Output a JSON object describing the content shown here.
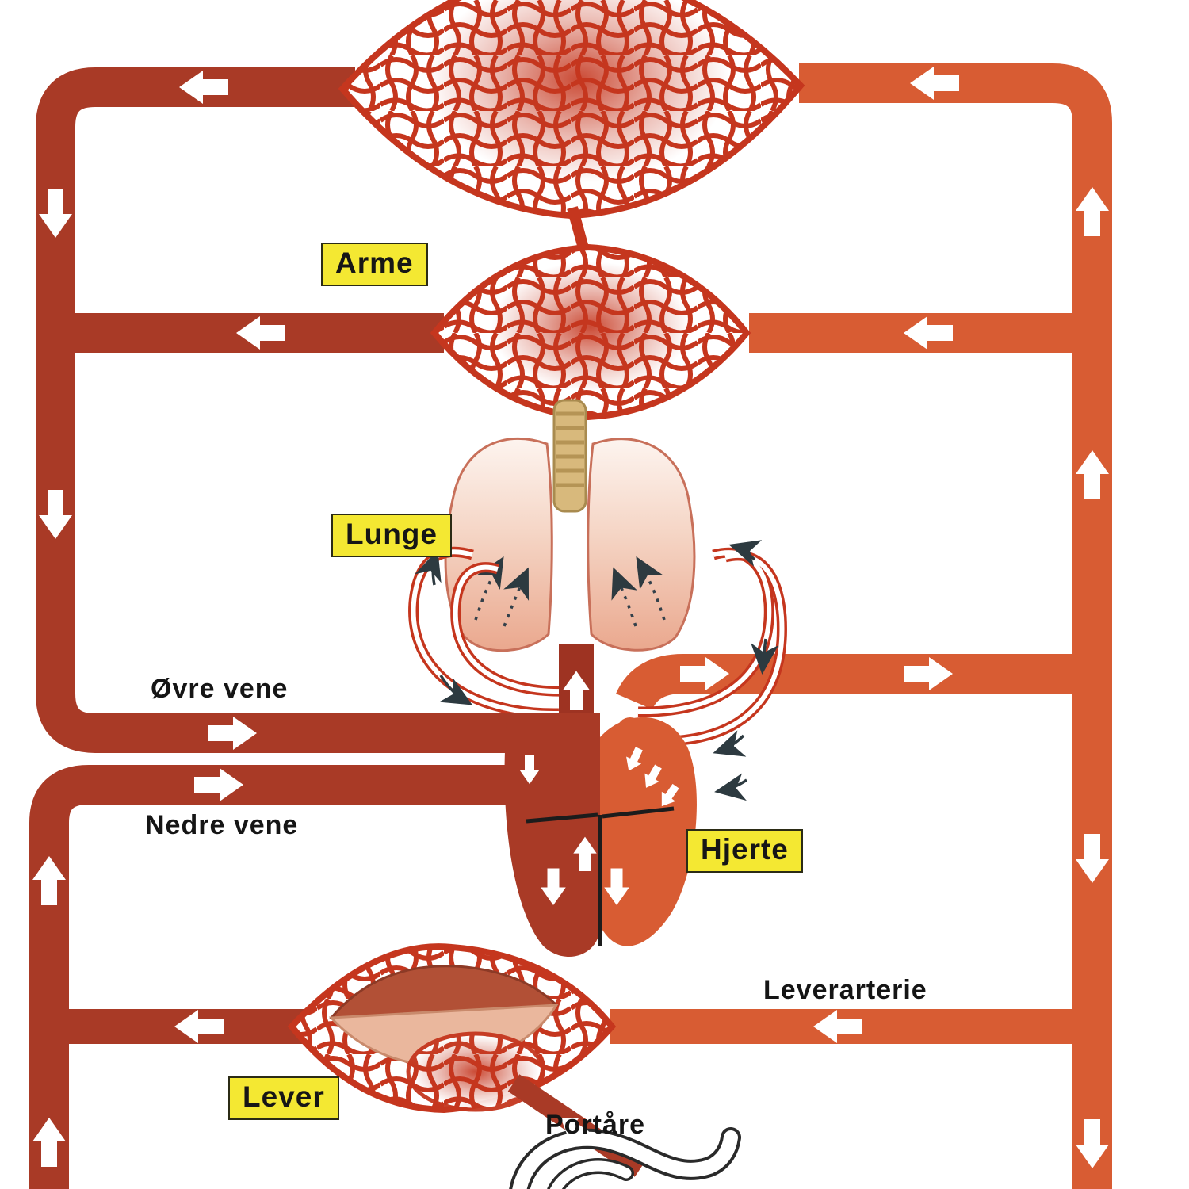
{
  "diagram": {
    "labels": {
      "arms": "Arme",
      "lung": "Lunge",
      "heart": "Hjerte",
      "liver": "Lever",
      "upper_vein": "Øvre vene",
      "lower_vein": "Nedre vene",
      "liver_artery": "Leverarterie",
      "portal_vein": "Portåre"
    },
    "colors": {
      "vein": "#a93a26",
      "artery": "#d85c33",
      "capillary": "#c5361e",
      "label-bg": "#f4e832",
      "label-text": "#161616",
      "arrow": "#ffffff",
      "trachea": "#d8b97c",
      "background": "#ffffff"
    }
  }
}
